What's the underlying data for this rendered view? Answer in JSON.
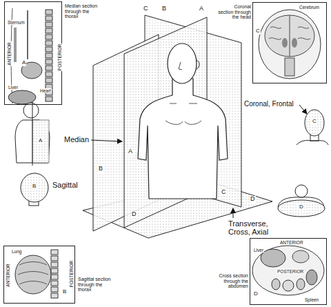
{
  "diagram": {
    "nodes": [
      {
        "text": [
          "Median section through the thorax",
          "Sternum",
          "A",
          "ANTERIOR",
          "POSTERIOR",
          "Liver",
          "Heart"
        ]
      },
      {
        "text": [
          "Coronal section through the head",
          "Cerebrum",
          "C"
        ]
      },
      {
        "text": [
          "Sagittal section through the thorax",
          "Lung",
          "ANTERIOR",
          "POSTERIOR",
          "B"
        ]
      },
      {
        "text": [
          "Cross section through the abdomen",
          "ANTERIOR",
          "Liver",
          "POSTERIOR",
          "D",
          "Spleen"
        ]
      }
    ],
    "labels": [
      "C",
      "B",
      "A",
      "B",
      "A",
      "Median",
      "Coronal, Frontal",
      "C",
      "A",
      "Sagittal",
      "B",
      "C",
      "D",
      "D",
      "Transverse, Cross, Axial",
      "D"
    ]
  }
}
